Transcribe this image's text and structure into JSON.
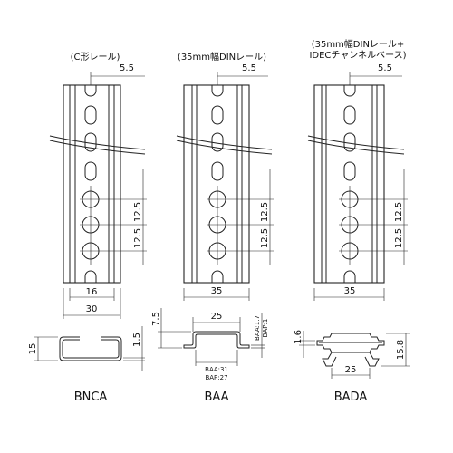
{
  "rails": [
    {
      "title_lines": [
        "(C形レール)"
      ],
      "offset": "5.5",
      "pitch": "12.5",
      "width_inner": "16",
      "width_outer": "30",
      "profile": {
        "height": "15",
        "thickness": "1.5"
      },
      "name": "BNCA"
    },
    {
      "title_lines": [
        "(35mm幅DINレール)"
      ],
      "offset": "5.5",
      "pitch": "12.5",
      "width_outer": "35",
      "profile": {
        "height": "7.5",
        "top": "25",
        "thickness_a": "BAA:1.7",
        "thickness_b": "BAP:1",
        "width_a": "BAA:31",
        "width_b": "BAP:27"
      },
      "name": "BAA"
    },
    {
      "title_lines": [
        "(35mm幅DINレール+",
        "IDECチャンネルベース)"
      ],
      "offset": "5.5",
      "pitch": "12.5",
      "width_outer": "35",
      "profile": {
        "height": "15.8",
        "thickness": "1.6",
        "bottom": "25"
      },
      "name": "BADA"
    }
  ]
}
